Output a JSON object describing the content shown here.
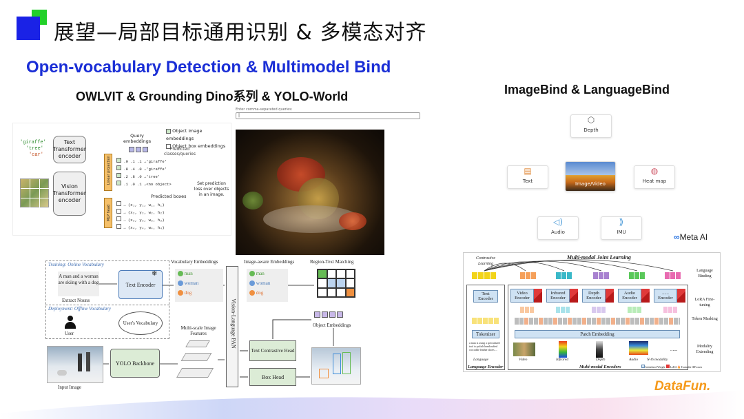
{
  "slide": {
    "title": "展望—局部目标通用识别 & 多模态对齐",
    "subtitle": "Open-vocabulary Detection & Multimodel Bind",
    "left_section_title": "OWLVIT & Grounding Dino系列 & YOLO-World",
    "right_section_title": "ImageBind & LanguageBind",
    "brand": "DataFun.",
    "colors": {
      "accent_blue": "#1a2ed6",
      "logo_blue": "#1a22e6",
      "logo_green": "#22d02a",
      "brand_orange": "#f59a1c"
    }
  },
  "owl": {
    "queries": [
      "'giraffe'",
      "'tree'",
      "'car'"
    ],
    "text_encoder": "Text Transformer encoder",
    "vision_encoder": "Vision Transformer encoder",
    "linear_projection": "Linear projection",
    "mlp_head": "MLP head",
    "query_embeddings": "Query embeddings",
    "legend_image": "Object image embeddings",
    "legend_box": "Object box embeddings",
    "predicted_classes": "Predicted classes/queries",
    "pred_rows": [
      {
        "vals": ".9  .1  .1",
        "label": "→'giraffe'"
      },
      {
        "vals": ".8  .4  .0",
        "label": "→'giraffe'"
      },
      {
        "vals": ".2  .8  .0",
        "label": "→'tree'"
      },
      {
        "vals": ".1  .0  .1",
        "label": "→<no object>"
      }
    ],
    "set_prediction": "Set prediction loss over objects in an image.",
    "predicted_boxes": "Predicted boxes",
    "box_rows": [
      "(x₁, y₁, w₁, h₁)",
      "(x₂, y₂, w₂, h₂)",
      "(x₃, y₃, w₃, h₃)",
      "(x₄, y₄, w₄, h₄)"
    ]
  },
  "grounding": {
    "prompt_label": "Enter comma-separated queries:",
    "prompt_value": "|"
  },
  "yolo": {
    "training": "Training: Online Vocabulary",
    "caption": "A man and a woman are skiing with a dog",
    "extract_nouns": "Extract Nouns",
    "text_encoder": "Text Encoder",
    "deployment": "Deployment: Offline Vocabulary",
    "user": "User",
    "users_vocab": "User's Vocabulary",
    "vocab_embeddings": "Vocabulary Embeddings",
    "vocab_items": [
      "man",
      "woman",
      "dog"
    ],
    "multi_scale": "Multi-scale Image Features",
    "pan": "Vision-Language PAN",
    "image_aware": "Image-aware Embeddings",
    "region_text": "Region-Text Matching",
    "object_embeddings": "Object Embeddings",
    "contrastive_head": "Text Contrastive Head",
    "box_head": "Box Head",
    "yolo_backbone": "YOLO Backbone",
    "input_image": "Input Image"
  },
  "imagebind": {
    "modalities": {
      "depth": "Depth",
      "text": "Text",
      "image": "Image/Video",
      "heatmap": "Heat map",
      "audio": "Audio",
      "imu": "IMU"
    },
    "meta": "Meta AI"
  },
  "languagebind": {
    "title": "Multi-modal Joint Learning",
    "contrastive": "Contrastive Learning",
    "lang_binding": "Language Binding",
    "lora": "LoRA Fine-tuning",
    "token_masking": "Token Masking",
    "modality_ext": "Modality Extending",
    "text_encoder": "Text Encoder",
    "encoders": [
      "Video Encoder",
      "Infrared Encoder",
      "Depth Encoder",
      "Audio Encoder",
      "...... Encoder"
    ],
    "tokenizer": "Tokenizer",
    "patch_embedding": "Patch Embedding",
    "sample_text": "a man is using a specialized tool to polish handcrafted crocodile leather shoes ...",
    "modal_labels": [
      "Language",
      "Video",
      "Infrared",
      "Depth",
      "Audio",
      "N-th modality"
    ],
    "language_encoder": "Language Encoder",
    "mm_encoders": "Multi-modal Encoders",
    "legend": [
      "Initialized Weight",
      "LoRA",
      "Trainable",
      "Frozen"
    ],
    "ellipsis": "......"
  }
}
